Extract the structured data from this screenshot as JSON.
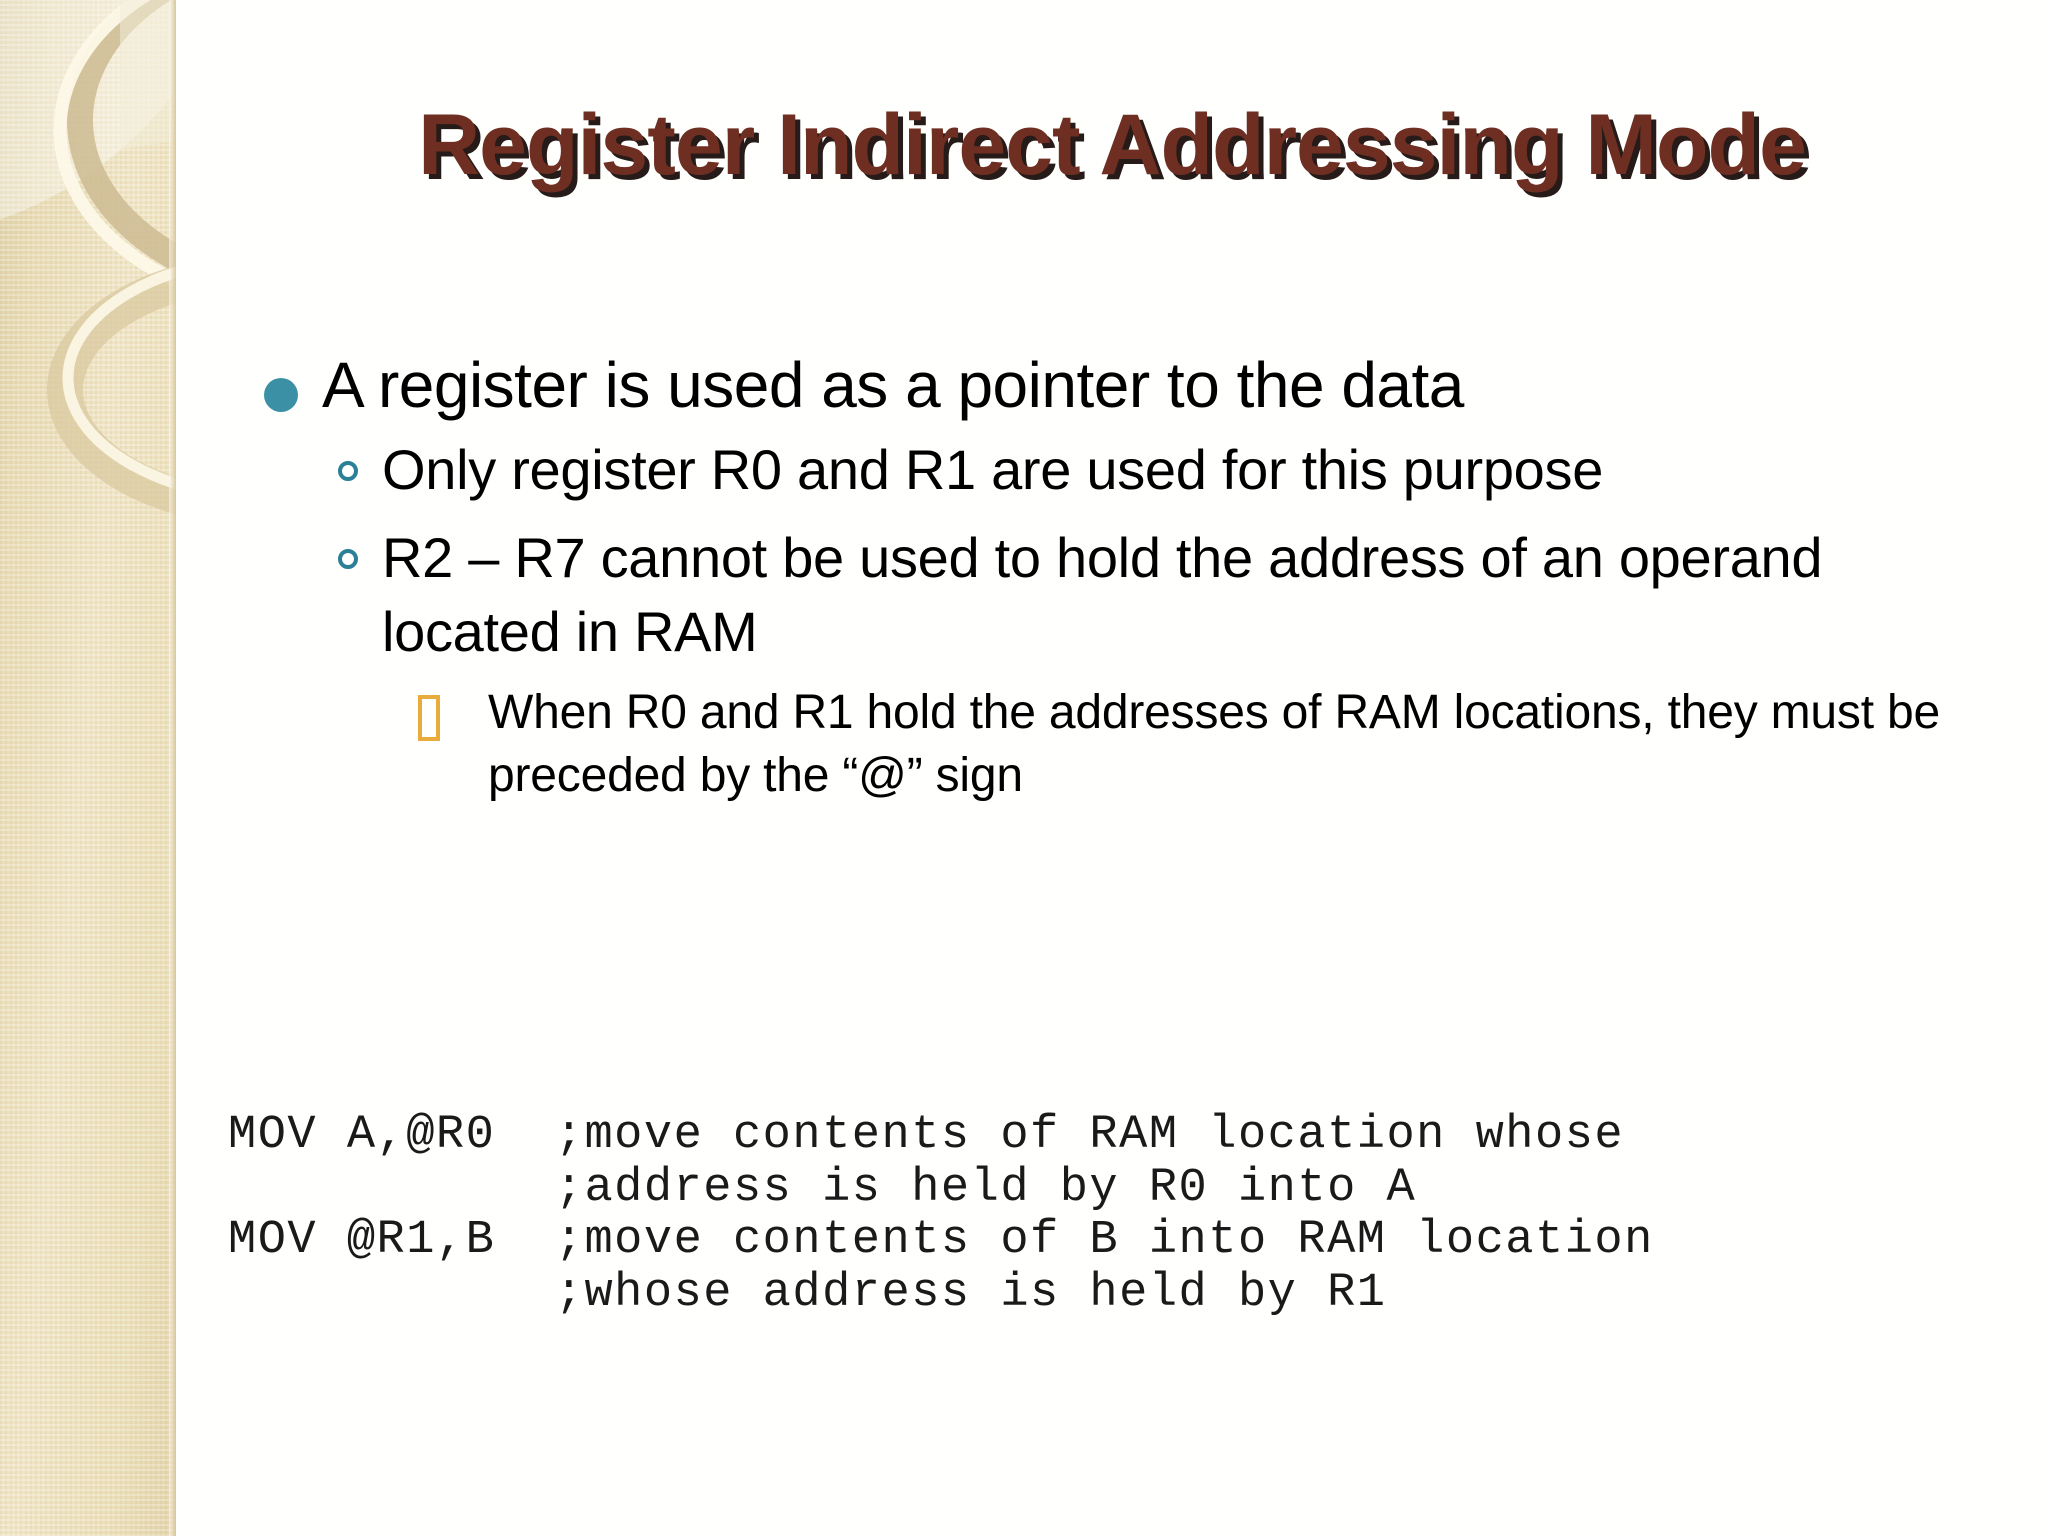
{
  "slide": {
    "title": "Register Indirect Addressing Mode",
    "title_color": "#6e2f22",
    "background_color": "#fffffe",
    "bullet_level1_color": "#3b90a6",
    "bullet_level2_color": "#2b7f96",
    "bullet_level3_color": "#e8ab3c",
    "sidebar_color": "#ecdfb9"
  },
  "content": {
    "level1": "A register is used as a pointer to the data",
    "level2": [
      "Only register R0 and R1 are used for this purpose",
      "R2 – R7 cannot be used to hold the address of an operand located in RAM"
    ],
    "level3": [
      "When R0 and R1 hold the addresses of RAM locations, they must be preceded by the “@” sign"
    ]
  },
  "code_block": {
    "lines": [
      "MOV A,@R0  ;move contents of RAM location whose",
      "           ;address is held by R0 into A",
      "MOV @R1,B  ;move contents of B into RAM location",
      "           ;whose address is held by R1"
    ]
  }
}
